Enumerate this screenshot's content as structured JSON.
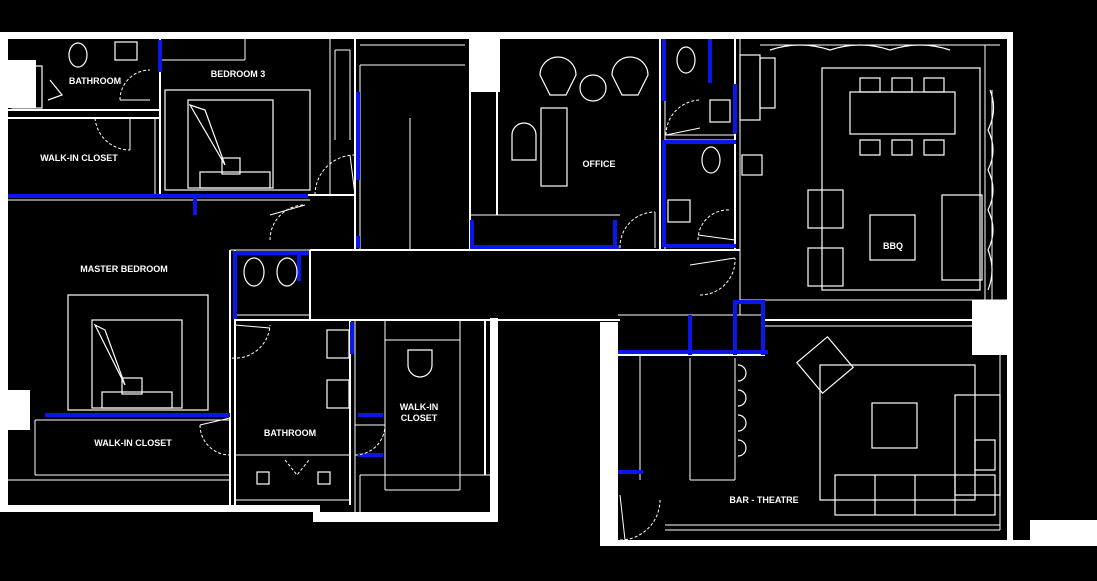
{
  "plan": {
    "rooms": {
      "bathroom_top": "BATHROOM",
      "bedroom3": "BEDROOM 3",
      "walkin_top": "WALK-IN CLOSET",
      "office": "OFFICE",
      "master": "MASTER BEDROOM",
      "bbq": "BBQ",
      "walkin_bottom": "WALK-IN CLOSET",
      "bathroom_center": "BATHROOM",
      "walkin_center_1": "WALK-IN",
      "walkin_center_2": "CLOSET",
      "bar_theatre": "BAR - THEATRE"
    },
    "colors": {
      "background": "#000000",
      "walls": "#ffffff",
      "highlight": "#0b16e8"
    }
  }
}
